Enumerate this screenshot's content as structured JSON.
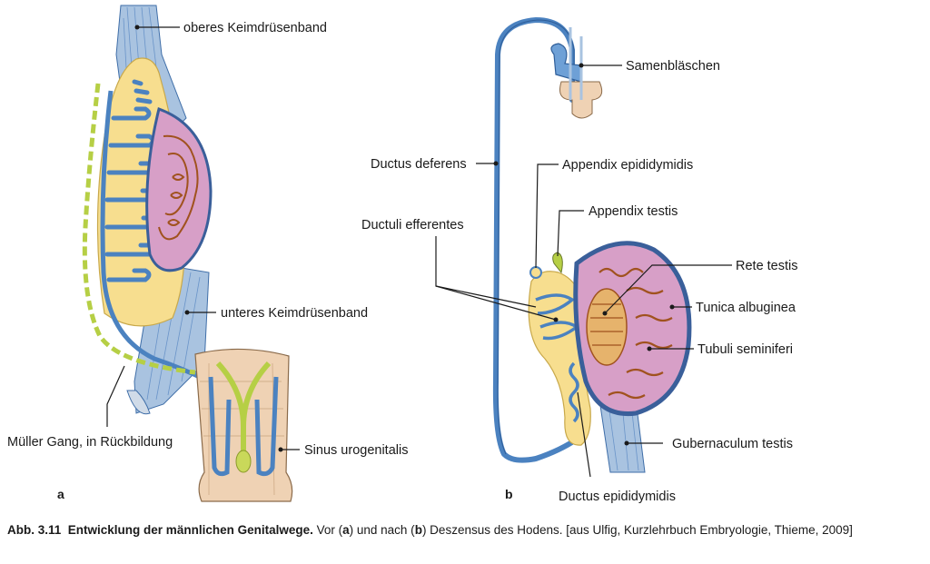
{
  "colors": {
    "ligament": "#a9c3e0",
    "ligament_line": "#3f6ea8",
    "duct_blue": "#4b82c0",
    "mesonephros_yellow": "#f7de8f",
    "testis_pink": "#d79fc7",
    "tubule_brown": "#a0521e",
    "mullerian_green": "#b6cf45",
    "sinus_skin": "#efd2b4",
    "tunica": "#3a5f9a"
  },
  "labels": {
    "oberes_keimdruesenband": "oberes Keimdrüsenband",
    "unteres_keimdruesenband": "unteres Keimdrüsenband",
    "mueller_gang": "Müller Gang, in Rückbildung",
    "sinus_urogenitalis": "Sinus urogenitalis",
    "samenblaeschen": "Samenbläschen",
    "ductus_deferens": "Ductus deferens",
    "appendix_epididymidis": "Appendix epididymidis",
    "ductuli_efferentes": "Ductuli efferentes",
    "appendix_testis": "Appendix testis",
    "rete_testis": "Rete testis",
    "tunica_albuginea": "Tunica albuginea",
    "tubuli_seminiferi": "Tubuli seminiferi",
    "gubernaculum_testis": "Gubernaculum testis",
    "ductus_epididymidis": "Ductus epididymidis"
  },
  "panels": {
    "a": "a",
    "b": "b"
  },
  "caption": {
    "number": "Abb. 3.11",
    "title": "Entwicklung der männlichen Genitalwege.",
    "text_1": " Vor (",
    "panel_a": "a",
    "text_2": ") und nach (",
    "panel_b": "b",
    "text_3": ") Deszensus des Hodens. [aus Ulfig, Kurzlehrbuch Embryologie, Thieme, 2009]"
  }
}
